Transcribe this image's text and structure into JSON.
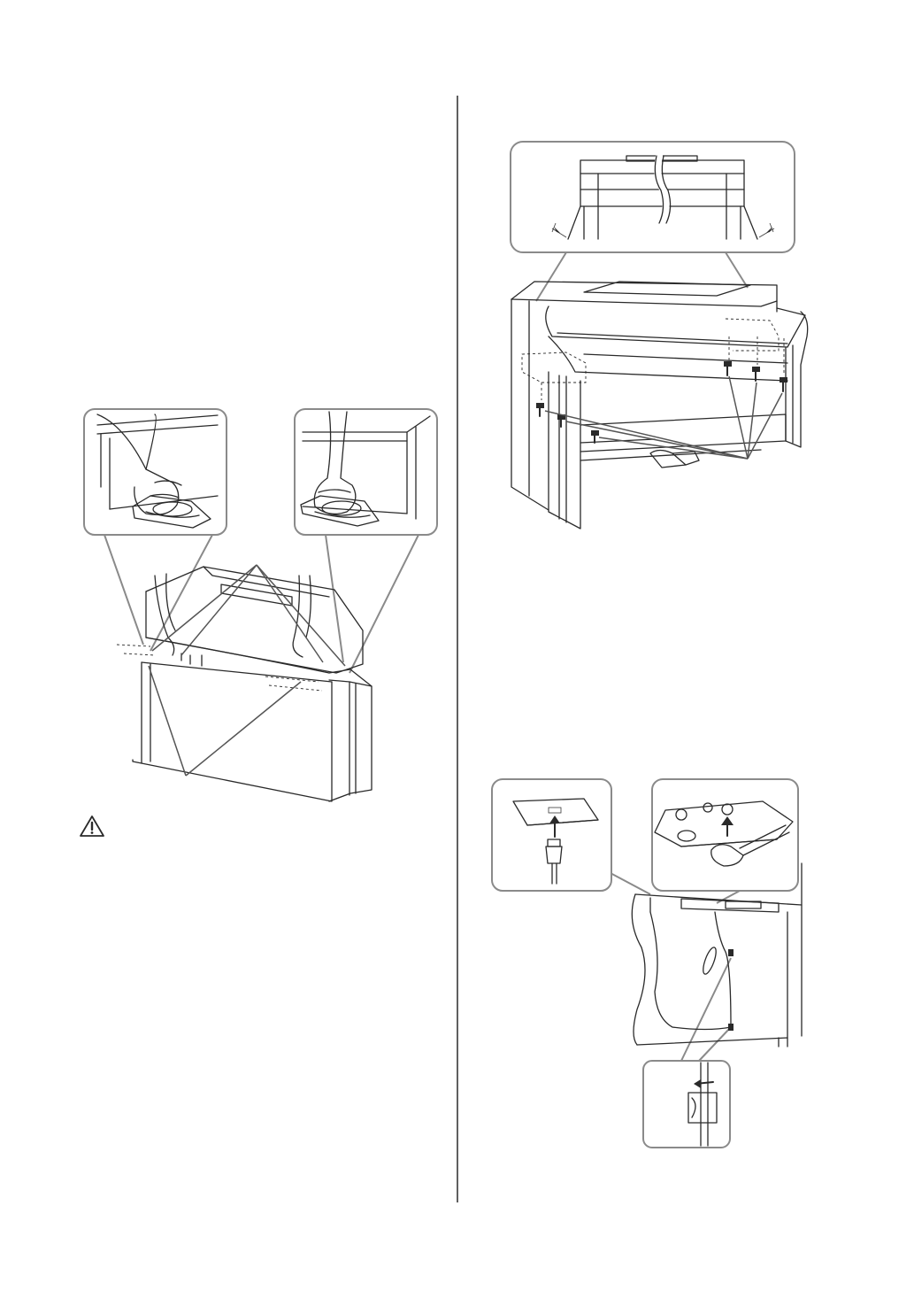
{
  "page": {
    "divider": "column-divider",
    "left_column": {
      "figure": "left-assembly-illustration",
      "caution_icon": "warning-triangle-icon"
    },
    "right_top_figure": "screw-attachment-illustration",
    "right_bottom_figure": "cable-connection-illustration"
  },
  "colors": {
    "line": "#2a2a2a",
    "callout_border": "#8a8a8a",
    "background": "#ffffff"
  }
}
